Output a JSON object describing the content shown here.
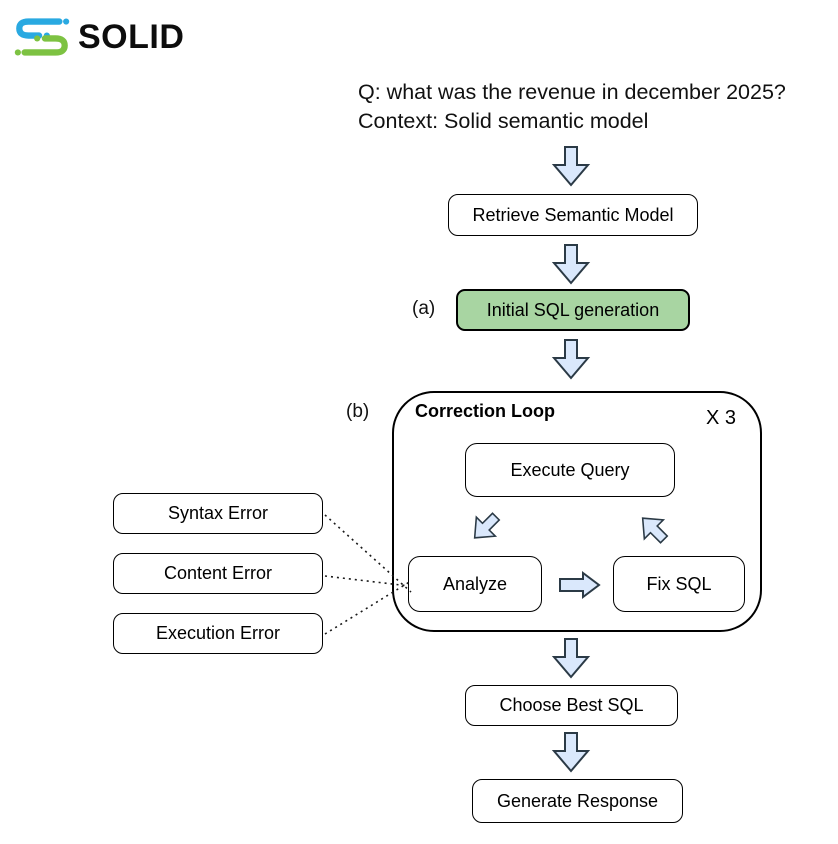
{
  "brand": {
    "name": "SOLID",
    "icon": "solid-s-logo"
  },
  "query": {
    "line1": "Q: what was the revenue in december 2025?",
    "line2": "Context: Solid semantic model"
  },
  "flow": {
    "retrieve": "Retrieve Semantic Model",
    "label_a": "(a)",
    "initial_sql": "Initial SQL generation",
    "label_b": "(b)",
    "loop_title": "Correction Loop",
    "loop_count": "X 3",
    "execute": "Execute Query",
    "analyze": "Analyze",
    "fix": "Fix SQL",
    "choose": "Choose Best SQL",
    "generate": "Generate Response"
  },
  "errors": [
    "Syntax Error",
    "Content Error",
    "Execution Error"
  ],
  "colors": {
    "brand_blue": "#29a9e1",
    "brand_green": "#7dc242",
    "green_fill": "#a8d5a2",
    "arrow_fill": "#dae8fc",
    "arrow_stroke": "#2b3a46"
  }
}
